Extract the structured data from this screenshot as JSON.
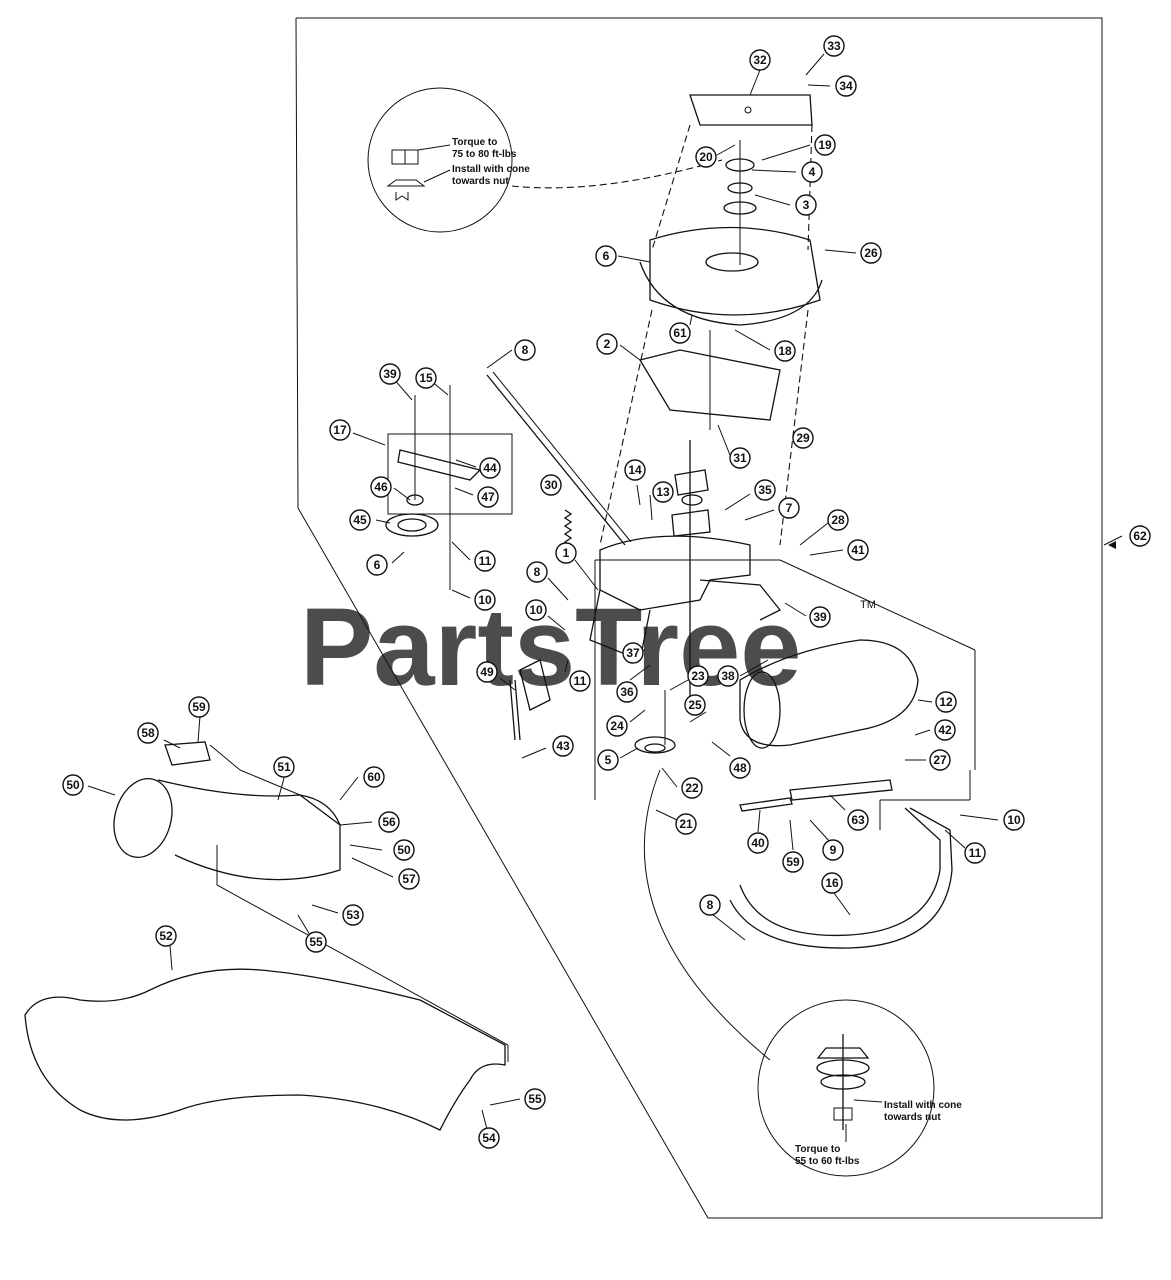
{
  "watermark": {
    "text": "PartsTree",
    "trademark": "TM"
  },
  "notes": {
    "top_torque": [
      "Torque to",
      "75 to 80 ft-lbs"
    ],
    "top_install": [
      "Install with cone",
      "towards nut"
    ],
    "bottom_install": [
      "Install with cone",
      "towards nut"
    ],
    "bottom_torque": [
      "Torque to",
      "55 to 60 ft-lbs"
    ]
  },
  "callouts": [
    "32",
    "33",
    "34",
    "20",
    "19",
    "4",
    "3",
    "26",
    "6",
    "61",
    "18",
    "2",
    "8",
    "39",
    "15",
    "17",
    "44",
    "47",
    "46",
    "45",
    "6",
    "11",
    "10",
    "29",
    "31",
    "14",
    "13",
    "35",
    "30",
    "7",
    "28",
    "41",
    "62",
    "1",
    "8",
    "39",
    "10",
    "37",
    "11",
    "49",
    "36",
    "23",
    "38",
    "12",
    "42",
    "24",
    "25",
    "48",
    "43",
    "5",
    "22",
    "27",
    "21",
    "63",
    "40",
    "9",
    "59",
    "10",
    "11",
    "16",
    "8",
    "58",
    "59",
    "51",
    "60",
    "50",
    "56",
    "50",
    "57",
    "53",
    "55",
    "52",
    "55",
    "54"
  ],
  "colors": {
    "line": "#111111",
    "watermark": "#c8c8c8",
    "background": "#ffffff"
  }
}
